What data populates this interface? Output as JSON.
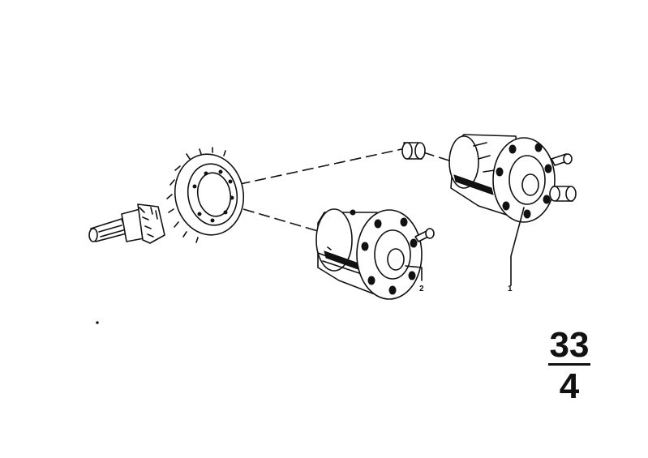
{
  "callouts": {
    "part_1": "1",
    "part_2": "2"
  },
  "group_number": {
    "top": "33",
    "bottom": "4"
  }
}
